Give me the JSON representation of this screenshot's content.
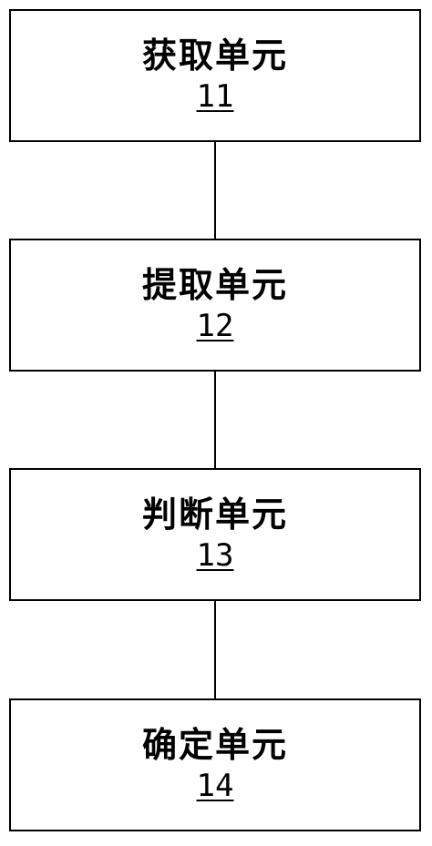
{
  "units": [
    {
      "title": "获取单元",
      "number": "11"
    },
    {
      "title": "提取单元",
      "number": "12"
    },
    {
      "title": "判断单元",
      "number": "13"
    },
    {
      "title": "确定单元",
      "number": "14"
    }
  ]
}
